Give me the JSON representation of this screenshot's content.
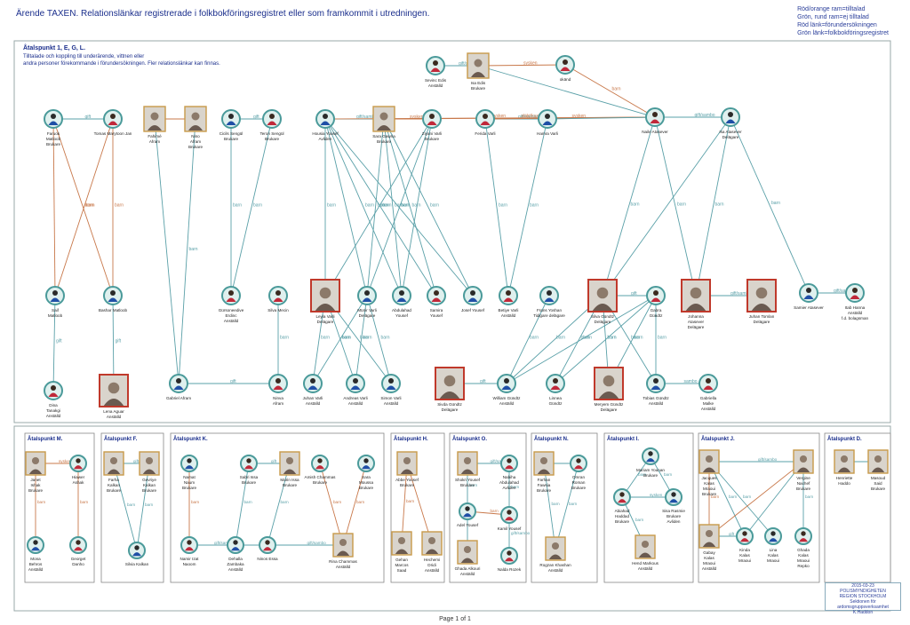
{
  "title": "Ärende TAXEN. Relationslänkar registrerade i folkbokföringsregistret eller som framkommit i utredningen.",
  "legend": [
    "Röd/orange ram=tilltalad",
    "Grön, rund ram=ej tilltalad",
    "Röd länk=förundersökningen",
    "Grön länk=folkbokföringsregistret"
  ],
  "main_box": {
    "heading": "Åtalspunkt 1, E, G, L.",
    "note": [
      "Tilltalade och koppling till underärende, vittnen eller",
      "andra personer förekommande i förundersökningen. Fler relationslänkar kan finnas."
    ]
  },
  "colors": {
    "red_link": "#c8784a",
    "green_link": "#5aa0a8",
    "node_ring": "#4a9a9a",
    "node_fill": "#dff0ee",
    "accused_frame": "#c0392b",
    "text": "#1a2e8c"
  },
  "people": [
    {
      "id": "sevinc",
      "icon": "woman",
      "lines": [
        "Sevinc Edis",
        "Anställd"
      ]
    },
    {
      "id": "isa_edis",
      "icon": "photo",
      "lines": [
        "Isa Edis",
        "Brukare"
      ]
    },
    {
      "id": "okand",
      "icon": "woman",
      "lines": [
        "okänd"
      ]
    },
    {
      "id": "faruok",
      "icon": "man",
      "lines": [
        "Faruok",
        "Matloob",
        "Brukare"
      ]
    },
    {
      "id": "tomas",
      "icon": "woman",
      "lines": [
        "Tomas Marytoon Jan"
      ]
    },
    {
      "id": "fahime",
      "icon": "photo",
      "lines": [
        "Fahimé",
        "Afram"
      ]
    },
    {
      "id": "nino_afram",
      "icon": "photo",
      "lines": [
        "Nino",
        "Afram",
        "Brukare"
      ]
    },
    {
      "id": "cicils",
      "icon": "man",
      "lines": [
        "Cicils Sengül",
        "Brukare"
      ]
    },
    {
      "id": "teron",
      "icon": "woman",
      "lines": [
        "Teron Sengül",
        "Brukare"
      ]
    },
    {
      "id": "housia",
      "icon": "man",
      "lines": [
        "Housia Yousef",
        "Avliden"
      ]
    },
    {
      "id": "sara_gawria",
      "icon": "photo",
      "lines": [
        "Sara Gawria",
        "Brukare"
      ]
    },
    {
      "id": "ziyani",
      "icon": "woman",
      "lines": [
        "Ziyani Varli",
        "Brukare"
      ]
    },
    {
      "id": "ferida",
      "icon": "woman",
      "lines": [
        "Ferida Varli"
      ]
    },
    {
      "id": "hamra",
      "icon": "man",
      "lines": [
        "Hamra Varli"
      ]
    },
    {
      "id": "naile",
      "icon": "woman",
      "lines": [
        "Naile Atasever"
      ]
    },
    {
      "id": "isa_atasever",
      "icon": "man",
      "lines": [
        "Isa Atasever",
        "Delägare"
      ]
    },
    {
      "id": "saif",
      "icon": "man",
      "lines": [
        "Saif",
        "Matloob"
      ]
    },
    {
      "id": "bashar",
      "icon": "man",
      "lines": [
        "Bashar Matloob"
      ]
    },
    {
      "id": "gursoneedive",
      "icon": "woman",
      "lines": [
        "Gürsoneedive",
        "Erdinc",
        "Anställd"
      ]
    },
    {
      "id": "silva_mecin",
      "icon": "woman",
      "lines": [
        "Silva Mecin"
      ]
    },
    {
      "id": "leyla",
      "icon": "photo",
      "lines": [
        "Leyla Varli",
        "Delägare"
      ]
    },
    {
      "id": "munir",
      "icon": "man",
      "lines": [
        "Münir Varli",
        "Delägare"
      ]
    },
    {
      "id": "abdulahad",
      "icon": "man",
      "lines": [
        "Abdulahad",
        "Yousef"
      ]
    },
    {
      "id": "samira",
      "icon": "woman",
      "lines": [
        "Samira",
        "Yousef"
      ]
    },
    {
      "id": "josef",
      "icon": "man",
      "lines": [
        "Josef Yousef"
      ]
    },
    {
      "id": "betiye",
      "icon": "woman",
      "lines": [
        "Betiye Varli",
        "Anställd"
      ]
    },
    {
      "id": "frans",
      "icon": "man",
      "lines": [
        "Frans Yoshan",
        "Tidigare delägare"
      ]
    },
    {
      "id": "silva_gundtz",
      "icon": "photo",
      "lines": [
        "Silva Gündtz",
        "Delägare"
      ]
    },
    {
      "id": "gabra",
      "icon": "woman",
      "lines": [
        "Gabra",
        "Gündtz"
      ]
    },
    {
      "id": "johanna",
      "icon": "photo",
      "lines": [
        "Johanna",
        "Atasever",
        "Delägare"
      ]
    },
    {
      "id": "juhan_tomlan",
      "icon": "photo",
      "lines": [
        "Juhan Tomlan",
        "Delägare"
      ]
    },
    {
      "id": "samier",
      "icon": "man",
      "lines": [
        "Samier Atasever"
      ]
    },
    {
      "id": "itab",
      "icon": "woman",
      "lines": [
        "Itab Hanna",
        "Anställd",
        "f.d. bolagsman"
      ]
    },
    {
      "id": "dina",
      "icon": "woman",
      "lines": [
        "Dina",
        "Tanakgi",
        "Anställd"
      ]
    },
    {
      "id": "lena",
      "icon": "photo",
      "lines": [
        "Lena Aguar",
        "Anställd"
      ]
    },
    {
      "id": "gabriel",
      "icon": "man",
      "lines": [
        "Gabriel Afram"
      ]
    },
    {
      "id": "ninva",
      "icon": "woman",
      "lines": [
        "Ninva",
        "Afram"
      ]
    },
    {
      "id": "juhan_varli",
      "icon": "man",
      "lines": [
        "Juhan Varli",
        "Anställd"
      ]
    },
    {
      "id": "andreas",
      "icon": "man",
      "lines": [
        "Andreas Varli",
        "Anställd"
      ]
    },
    {
      "id": "simon",
      "icon": "man",
      "lines": [
        "Simon Varli",
        "Anställd"
      ]
    },
    {
      "id": "sivda",
      "icon": "photo",
      "lines": [
        "Sivda Gündtz",
        "Delägare"
      ]
    },
    {
      "id": "william",
      "icon": "man",
      "lines": [
        "William Gündtz",
        "Anställd"
      ]
    },
    {
      "id": "linnea",
      "icon": "woman",
      "lines": [
        "Linnea",
        "Gündtz"
      ]
    },
    {
      "id": "meryem",
      "icon": "photo",
      "lines": [
        "Meryem Gündtz",
        "Delägare"
      ]
    },
    {
      "id": "tobias",
      "icon": "man",
      "lines": [
        "Tobias Gündtz",
        "Anställd"
      ]
    },
    {
      "id": "gabriella",
      "icon": "woman",
      "lines": [
        "Gabriella",
        "Malke",
        "Anställd"
      ]
    }
  ],
  "link_labels": {
    "gift": "gift",
    "barn": "barn",
    "sysken": "sysken",
    "gift_sambo": "gift/sambo",
    "slakt": "släkt/kusin",
    "sambo": "sambo"
  },
  "sub_panels": [
    {
      "heading": "Åtalspunkt M.",
      "people": [
        [
          "Janet",
          "Ishak",
          "Brukare"
        ],
        [
          "Hiawer",
          "Ashak"
        ],
        [
          "Mona",
          "Behros",
          "Anställd"
        ],
        [
          "Georget",
          "Danho"
        ]
      ]
    },
    {
      "heading": "Åtalspunkt F.",
      "people": [
        [
          "Farha",
          "Kalkan",
          "Brukare"
        ],
        [
          "Gevriye",
          "Kalkan",
          "Brukare"
        ],
        [
          "Silvia Kalkan"
        ]
      ]
    },
    {
      "heading": "Åtalspunkt K.",
      "people": [
        [
          "Namat",
          "Naum",
          "Brukare"
        ],
        [
          "Sabri Issa",
          "Brukare"
        ],
        [
          "Marin Issa",
          "Brukare"
        ],
        [
          "Amish Chammas",
          "Brukare"
        ],
        [
          "Sara",
          "Moussa",
          "Brukare"
        ],
        [
          "Namir Izat",
          "Naoom"
        ],
        [
          "Dehalla",
          "Zambaka",
          "Anställd"
        ],
        [
          "Ninos Essa"
        ],
        [
          "Rina Chammas",
          "Anställd"
        ]
      ]
    },
    {
      "heading": "Åtalspunkt H.",
      "people": [
        [
          "Abbe Yousef",
          "Brukare"
        ],
        [
          "Gehan",
          "Marcos",
          "Saad"
        ],
        [
          "Hechemi",
          "Dridi",
          "Anställd"
        ]
      ]
    },
    {
      "heading": "Åtalspunkt O.",
      "people": [
        [
          "Shokri Yousef",
          "Brukare"
        ],
        [
          "Nabiha",
          "Abdulahad",
          "Avliden"
        ],
        [
          "Adel Yousef"
        ],
        [
          "Kamil Yousef"
        ],
        [
          "Ghada Alkouri",
          "Anställd"
        ],
        [
          "Nalda Rozek"
        ]
      ]
    },
    {
      "heading": "Åtalspunkt N.",
      "people": [
        [
          "Farhan",
          "Fawsia",
          "Brukare"
        ],
        [
          "Omran",
          "Roman",
          "Brukare"
        ],
        [
          "Rogzan Khashan",
          "Anställd"
        ]
      ]
    },
    {
      "heading": "Åtalspunkt I.",
      "people": [
        [
          "Mariam Younan",
          "Brukare"
        ],
        [
          "Abiahad",
          "Haddad",
          "Brukare"
        ],
        [
          "Sisa Rasmie",
          "Brukare",
          "Avliden"
        ],
        [
          "Hend Markous",
          "Anställd"
        ]
      ]
    },
    {
      "heading": "Åtalspunkt J.",
      "people": [
        [
          "Jacques",
          "Kalas",
          "Mraoui",
          "Brukare"
        ],
        [
          "Vergine",
          "Nachef",
          "Brukare"
        ],
        [
          "Gabay",
          "Kalas",
          "Mraoui",
          "Anställd"
        ],
        [
          "Kinda",
          "Kalas",
          "Mraoui"
        ],
        [
          "Lina",
          "Kalas",
          "Mraoui"
        ],
        [
          "Ghada",
          "Kalas",
          "Mraoui",
          "Repko"
        ]
      ]
    },
    {
      "heading": "Åtalspunkt D.",
      "people": [
        [
          "Henriette",
          "Haddo"
        ],
        [
          "Masoud",
          "Said",
          "Brukare"
        ]
      ]
    }
  ],
  "stamp": [
    "2015-03-23",
    "POLISMYNDIGHETEN",
    "REGION STOCKHOLM",
    "Sektionen för ardomsgruppsverksamhet",
    "K.Haddon"
  ],
  "footer": "Page 1 of 1"
}
